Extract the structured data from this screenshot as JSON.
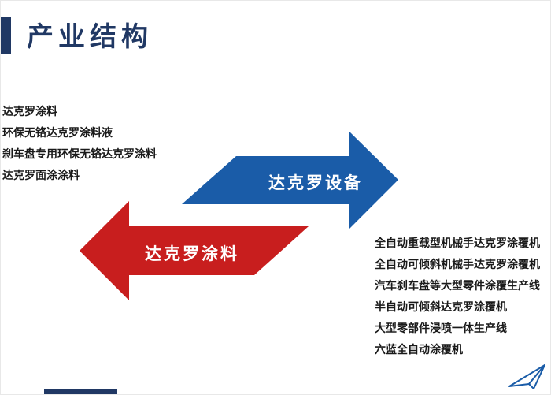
{
  "title": "产业结构",
  "left_products": {
    "items": [
      "达克罗涂料",
      "环保无铬达克罗涂料液",
      "刹车盘专用环保无铬达克罗涂料",
      "达克罗面涂涂料"
    ]
  },
  "diagram": {
    "equipment_arrow_label": "达克罗设备",
    "coating_arrow_label": "达克罗涂料",
    "equipment_arrow_color": "#1A5CA8",
    "coating_arrow_color": "#C81E1E",
    "arrow_text_color": "#FFFFFF"
  },
  "right_products": {
    "items": [
      "全自动重载型机械手达克罗涂覆机",
      "全自动可倾斜机械手达克罗涂覆机",
      "汽车刹车盘等大型零件涂覆生产线",
      "半自动可倾斜达克罗涂覆机",
      "大型零部件浸喷一体生产线",
      "六蓝全自动涂覆机"
    ]
  },
  "colors": {
    "title_color": "#203864",
    "accent_bar_color": "#203864",
    "bottom_bar_color": "#203864"
  }
}
